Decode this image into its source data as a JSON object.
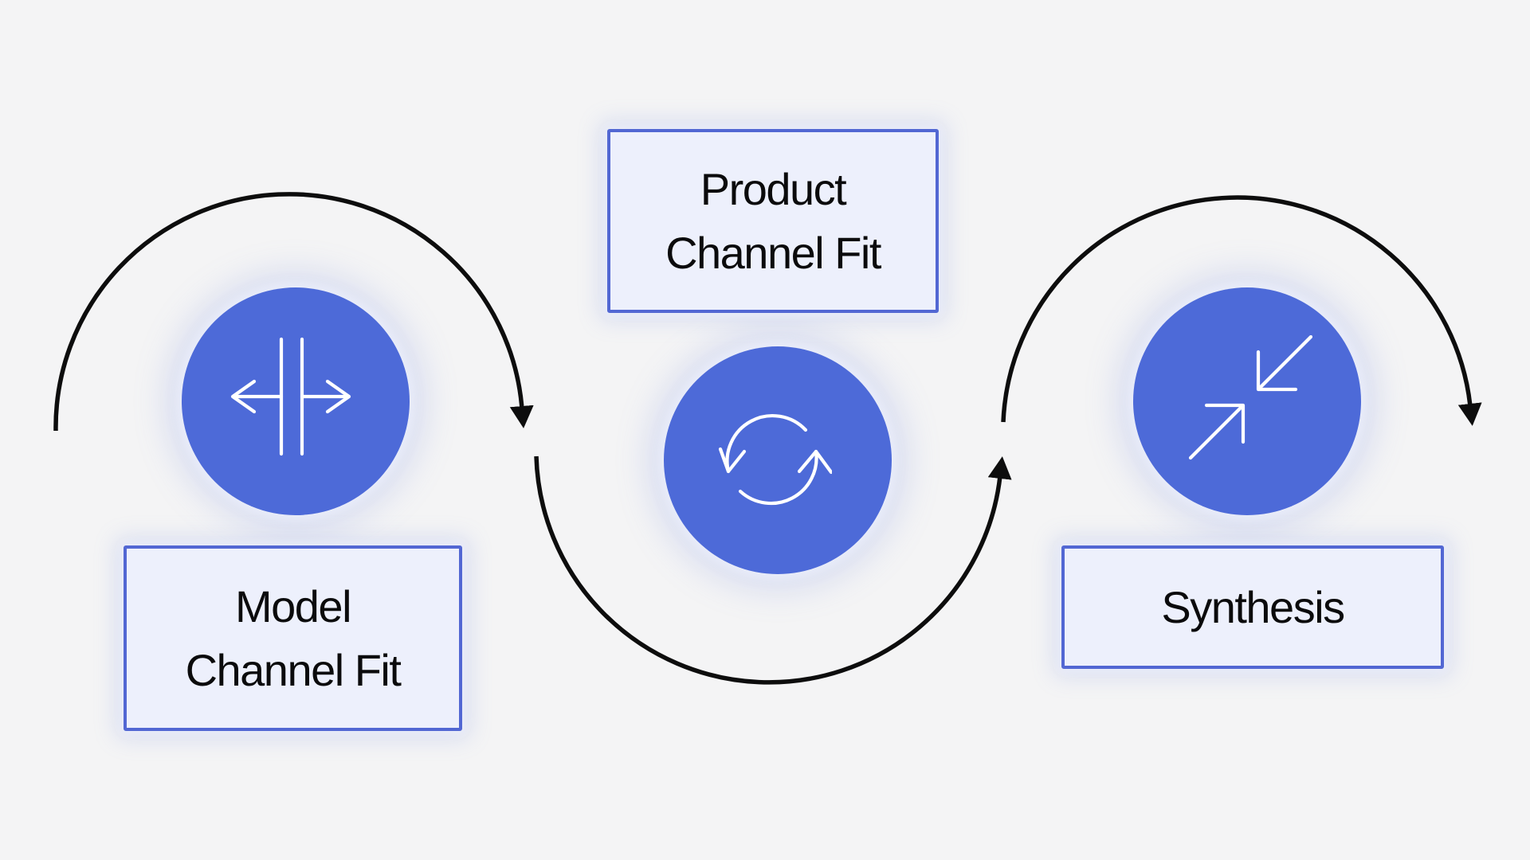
{
  "background_color": "#f4f4f5",
  "palette": {
    "node_fill": "#4d6ad8",
    "box_fill": "#edf0fc",
    "box_border": "#5267d3",
    "connector_color": "#0d0d0d",
    "icon_stroke": "#ffffff",
    "text_color": "#0b0b0c"
  },
  "nodes": {
    "model_channel_fit": {
      "label_line1": "Model",
      "label_line2": "Channel Fit",
      "icon": "split-expand-horizontal-icon"
    },
    "product_channel_fit": {
      "label_line1": "Product",
      "label_line2": "Channel Fit",
      "icon": "sync-cycle-icon"
    },
    "synthesis": {
      "label_line1": "Synthesis",
      "icon": "collapse-diagonal-arrows-icon"
    }
  },
  "connectors": [
    {
      "name": "arc-into-model-cycle",
      "shape": "arc-over-left-node",
      "arrow_direction": "down"
    },
    {
      "name": "arc-model-to-synthesis",
      "shape": "arc-under-center-node",
      "arrow_direction": "up"
    },
    {
      "name": "arc-out-of-synthesis",
      "shape": "arc-over-right-node",
      "arrow_direction": "down"
    }
  ]
}
